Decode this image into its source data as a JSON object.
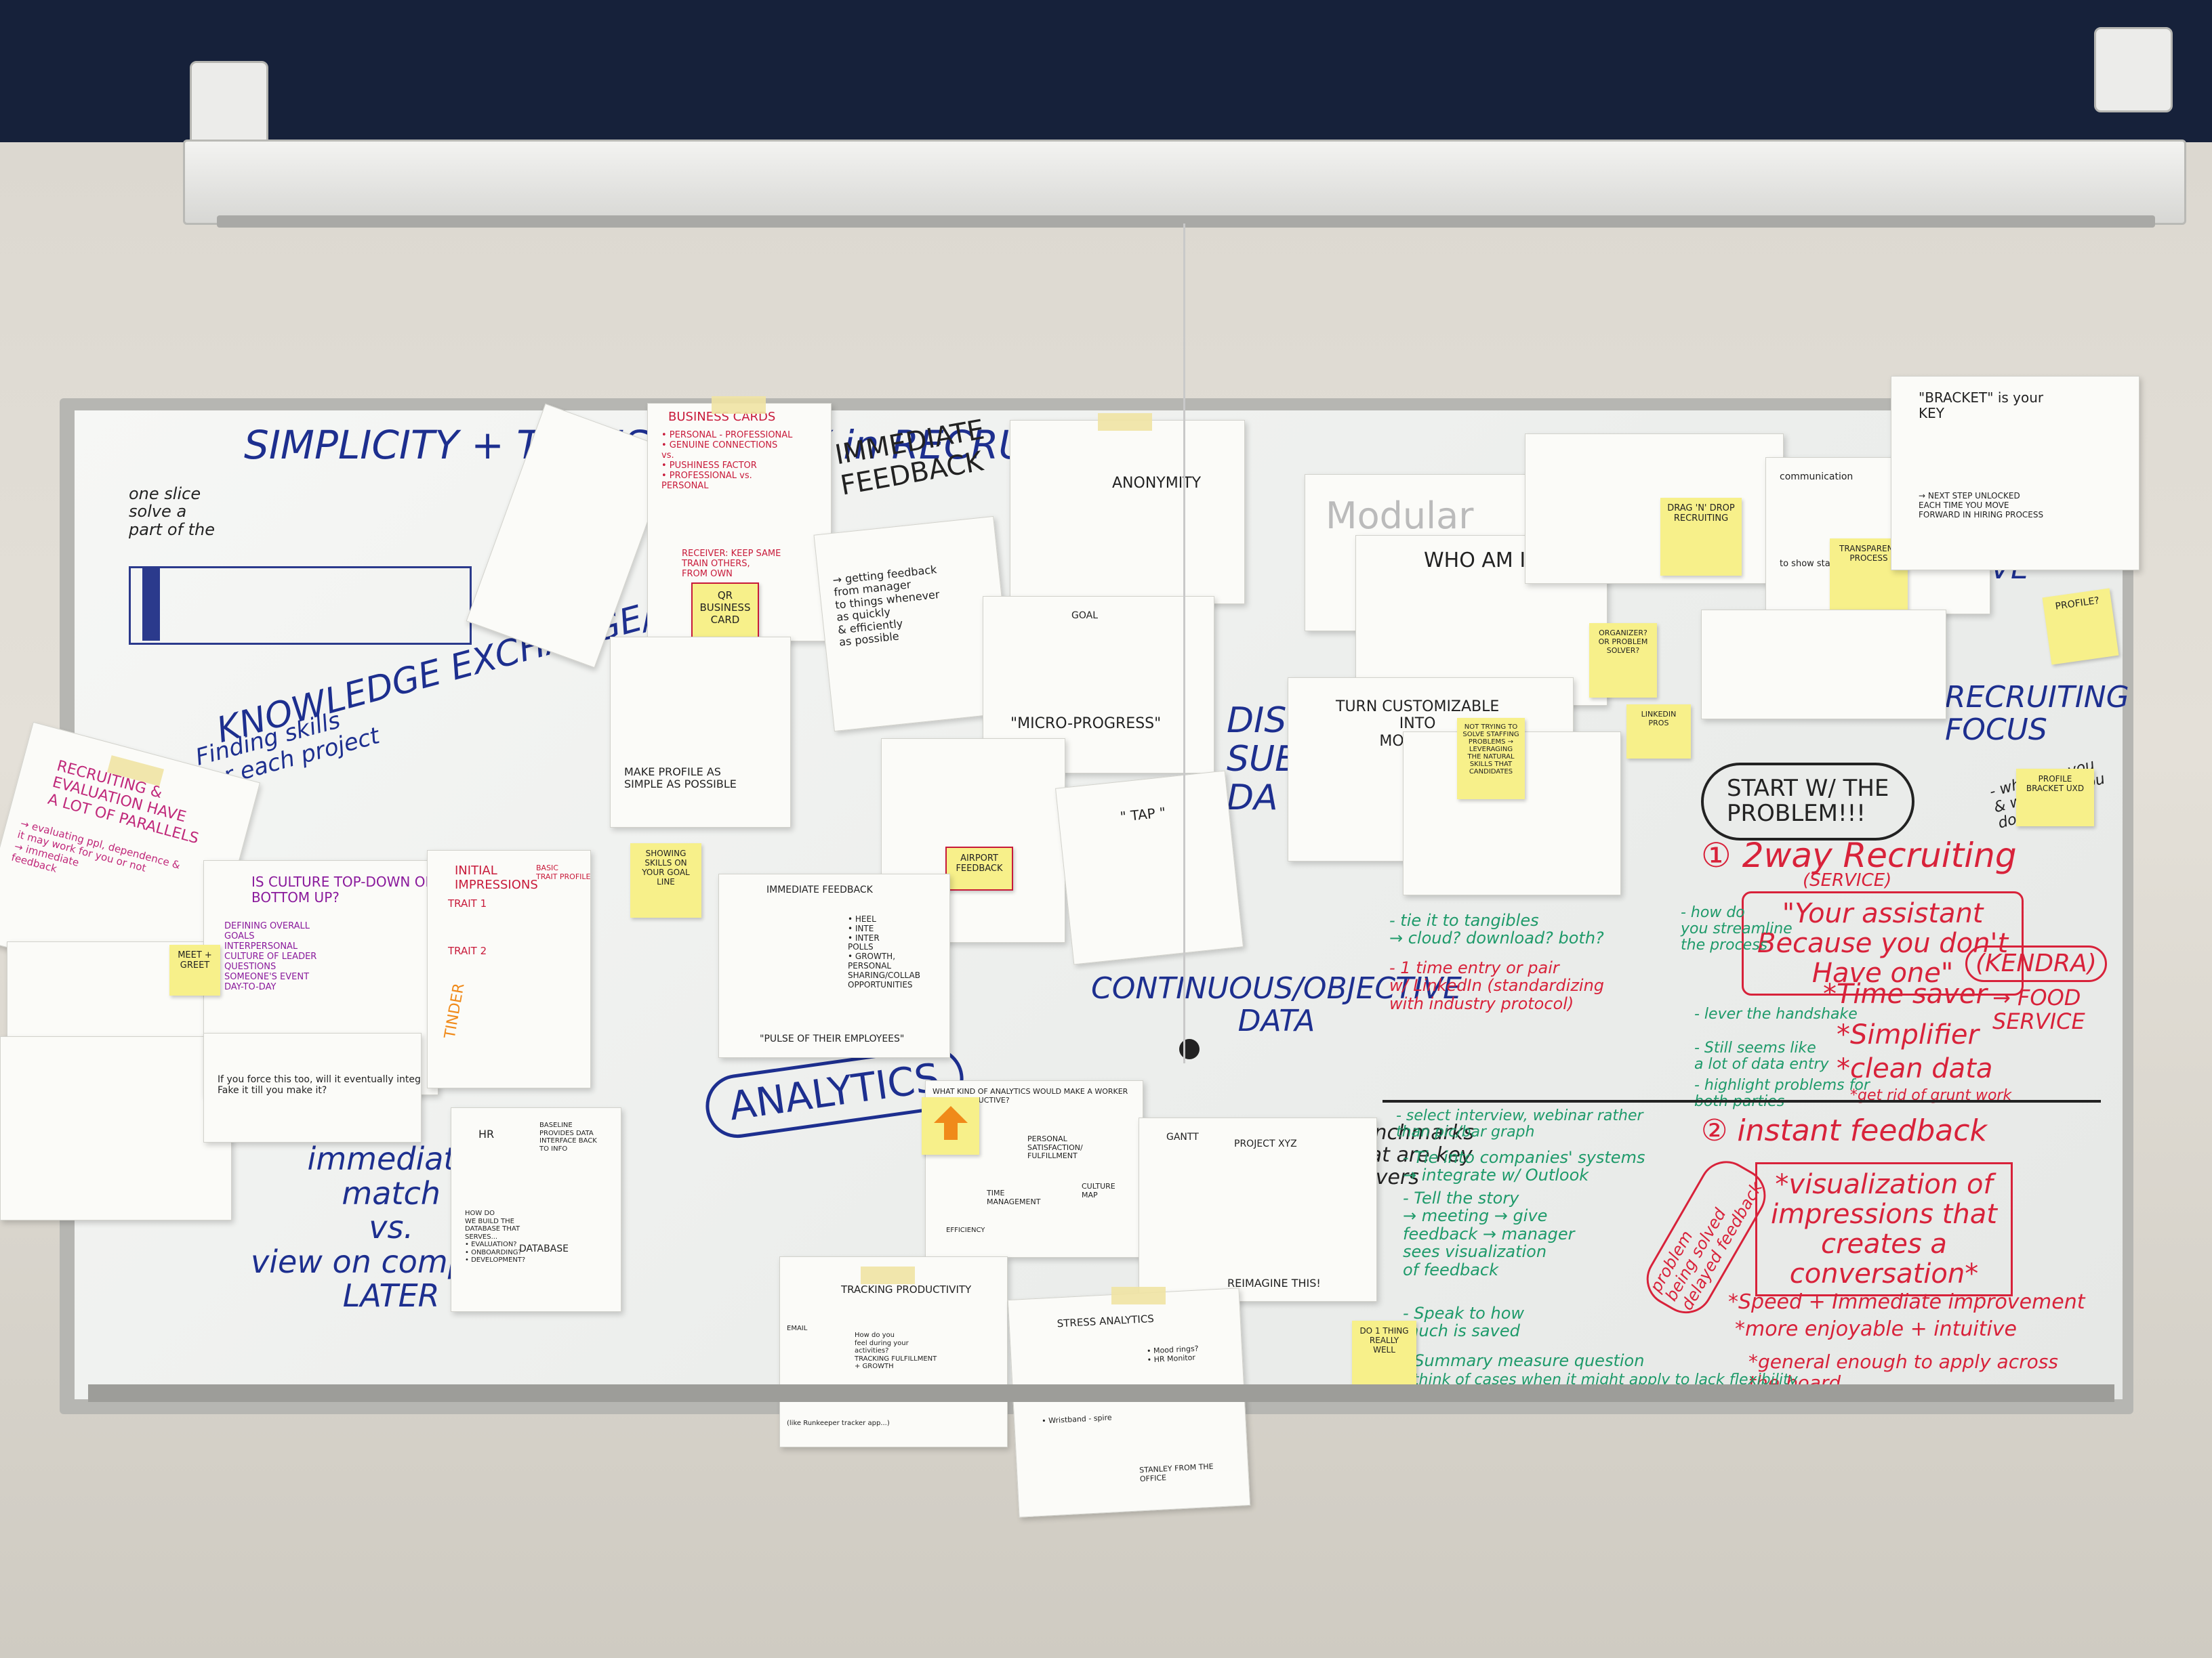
{
  "board_title": "SIMPLICITY + TRANSPARENCY in RECRUITING",
  "left_notes": {
    "slice_text": "one slice\nsolve a\npart of the",
    "knowledge": "KNOWLEDGE EXCHANGE/",
    "finding_skills": "Finding skills\nfor each project",
    "immediate_match": "immediate\nmatch\nvs.\nview on computer\nLATER"
  },
  "papers": {
    "recruiting_eval": "RECRUITING &\nEVALUATION HAVE\nA LOT OF PARALLELS",
    "recruiting_eval_sub": "→ evaluating ppl, dependence &\nit may work for you or not\n→ immediate\nfeedback",
    "culture": "IS CULTURE TOP-DOWN OR\nBOTTOM UP?",
    "culture_sub": "DEFINING OVERALL\nGOALS\nINTERPERSONAL\nCULTURE OF LEADER\nQUESTIONS\nSOMEONE'S EVENT\nDAY-TO-DAY",
    "culture_foot": "If you force this too, will it eventually integrate?\nFake it till you make it?",
    "initial_impressions": "INITIAL\nIMPRESSIONS",
    "initial_sub": "BASIC\nTRAIT PROFILE",
    "trait1": "TRAIT 1",
    "trait2": "TRAIT 2",
    "tinder": "TINDER",
    "business_cards": "BUSINESS CARDS",
    "business_sub": "• PERSONAL - PROFESSIONAL\n• GENUINE CONNECTIONS\nvs.\n• PUSHINESS FACTOR\n• PROFESSIONAL vs.\nPERSONAL",
    "receiver": "RECEIVER: KEEP SAME\nTRAIN OTHERS,\nFROM OWN",
    "immediate_feedback": "IMMEDIATE\nFEEDBACK",
    "getting_feedback": "→ getting feedback\nfrom manager\nto things whenever\nas quickly\n& efficiently\nas possible",
    "make_profile": "MAKE PROFILE AS\nSIMPLE AS POSSIBLE",
    "anonymity": "ANONYMITY",
    "micro_progress": "\"MICRO-PROGRESS\"",
    "goal": "GOAL",
    "tap": "\" TAP \"",
    "pulse": "\"PULSE OF THEIR EMPLOYEES\"",
    "immediate_feedback_small": "IMMEDIATE FEEDBACK",
    "immediate_feedback_list": "• HEEL\n• INTE\n• INTER\nPOLLS\n• GROWTH,\nPERSONAL\nSHARING/COLLAB\nOPPORTUNITIES",
    "hr": "HR",
    "database": "DATABASE",
    "database_note": "BASELINE\nPROVIDES DATA\nINTERFACE BACK\nTO INFO",
    "database_q": "HOW DO\nWE BUILD THE\nDATABASE THAT\nSERVES...\n• EVALUATION?\n• ONBOARDING?\n• DEVELOPMENT?",
    "analytics_q": "WHAT KIND OF ANALYTICS WOULD MAKE A WORKER\nMORE PRODUCTIVE?",
    "analytics_sub": "PERSONAL\nSATISFACTION/\nFULFILLMENT",
    "time_mgmt": "TIME\nMANAGEMENT",
    "culture_map": "CULTURE\nMAP",
    "efficiency": "EFFICIENCY",
    "gantt": "GANTT",
    "project_xyz": "PROJECT XYZ",
    "reimagine": "REIMAGINE THIS!",
    "tracking": "TRACKING PRODUCTIVITY",
    "tracking_sub": "How do you\nfeel during your\nactivities?\nTRACKING FULFILLMENT\n+ GROWTH",
    "tracking_foot": "(like Runkeeper tracker app...)",
    "email": "EMAIL",
    "stress": "STRESS ANALYTICS",
    "stress_sub": "• Mood rings?\n• HR Monitor",
    "wristband": "• Wristband - spire",
    "stanley": "STANLEY FROM THE\nOFFICE",
    "who_am_i": "WHO AM I",
    "turn_custom": "TURN CUSTOMIZABLE\nINTO\nMODULAR",
    "modular": "Modular",
    "brackets": "\"BRACKET\" is your\nKEY",
    "next_step": "→ NEXT STEP UNLOCKED\nEACH TIME YOU MOVE\nFORWARD IN HIRING PROCESS",
    "communication": "communication",
    "show_status": "to show status of applicant"
  },
  "stickies": {
    "qr_card": "QR\nBUSINESS\nCARD",
    "meet_greet": "MEET\n+\nGREET",
    "airport": "AIRPORT\nFEEDBACK",
    "show_skills": "SHOWING\nSKILLS\nON YOUR\nGOAL LINE",
    "done": "DO 1\nTHING\nREALLY\nWELL",
    "drag_drop": "DRAG 'N'\nDROP\nRECRUITING",
    "transparent": "TRANSPARENT\nPROCESS",
    "organizer": "ORGANIZER?\nOR\nPROBLEM\nSOLVER?",
    "linkedin": "LINKEDIN\nPROS",
    "profile": "PROFILE?",
    "profile_bracket": "PROFILE\nBRACKET\nUXD",
    "not_trying": "NOT TRYING TO\nSOLVE STAFFING\nPROBLEMS →\nLEVERAGING\nTHE NATURAL\nSKILLS THAT\nCANDIDATES"
  },
  "middle": {
    "continuous": "CONTINUOUS/OBJECTIVE\nDATA",
    "analytics": "ANALYTICS",
    "discrete": "DISC\nSUBJE\nDA",
    "benchmarks": "benchmarks\nthat are key\ndrivers"
  },
  "right": {
    "dive": "DIVE",
    "recruiting_focus": "RECRUITING\nFOCUS",
    "start_problem": "START W/ THE\nPROBLEM!!!",
    "what_are_you": "- what are you\n& what are you\ndoing?!",
    "two_way": "① 2way Recruiting",
    "service": "(SERVICE)",
    "assistant_quote": "\"Your assistant\nBecause you don't\nHave one\"",
    "kendra": "(KENDRA)",
    "food_service": "→ FOOD\nSERVICE",
    "time_saver": "*Time saver",
    "simplifier": "*Simplifier",
    "clean_data": "*clean data",
    "grunt_work": "*get rid of grunt work",
    "how_do_you": "- how do\nyou streamline\nthe process",
    "lever": "- lever the handshake",
    "still_seems": "- Still seems like\na lot of data entry",
    "highlight": "- highlight problems for\nboth parties",
    "tie_it": "- tie it to tangibles\n→ cloud? download? both?",
    "one_time": "- 1 time entry or pair\nw/ LinkedIn (standardizing\nwith industry protocol)",
    "instant_feedback": "② instant feedback",
    "visualization": "*visualization of\nimpressions that\ncreates a\nconversation*",
    "speed": "*Speed + Immediate improvement",
    "enjoyable": "*more enjoyable + intuitive",
    "general": "*general enough to apply across\nthe board",
    "select_interview": "- select interview, webinar rather\nthan pic/bar graph",
    "tie_systems": "- Tie into companies' systems\n→ integrate w/ Outlook",
    "tell_story": "- Tell the story\n→ meeting → give\nfeedback → manager\nsees visualization\nof feedback",
    "speak": "- Speak to how\nmuch is saved",
    "summary": "- Summary measure question",
    "think": "- think of cases when it might apply to lack flexibility",
    "problem_bind": "problem\nbeing solved\ndelayed feedback"
  }
}
